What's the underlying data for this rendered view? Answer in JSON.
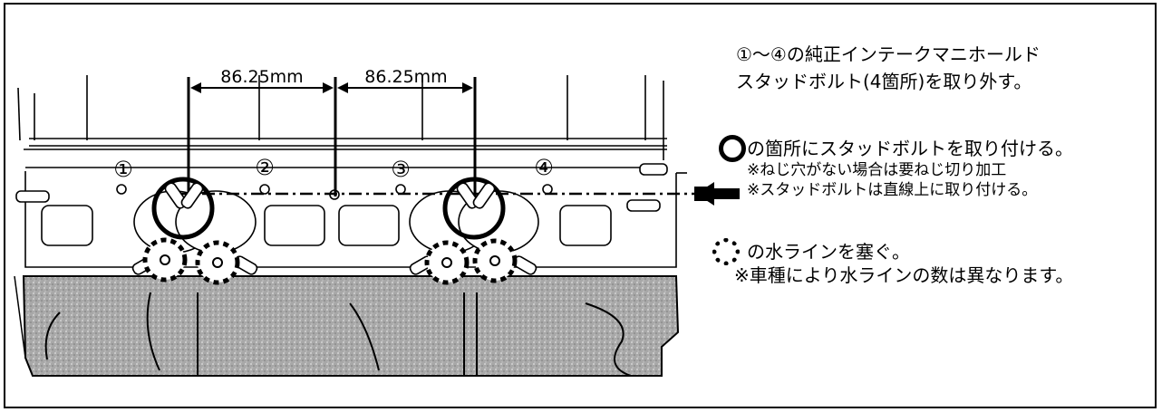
{
  "ports": [
    "①",
    "②",
    "③",
    "④"
  ],
  "dimensions": [
    "86.25mm",
    "86.25mm"
  ],
  "intro_note": {
    "line1": "①〜④の純正インテークマニホールド",
    "line2": "スタッドボルト(4箇所)を取り外す。"
  },
  "stud_note": {
    "line1": "の箇所にスタッドボルトを取り付ける。",
    "line2": "※ねじ穴がない場合は要ねじ切り加工",
    "line3": "※スタッドボルトは直線上に取り付ける。"
  },
  "water_note": {
    "line1": "の水ラインを塞ぐ。",
    "line2": "※車種により水ラインの数は異なります。"
  },
  "colors": {
    "block_fill": "#aaaaaa",
    "ink": "#000000",
    "paper": "#ffffff"
  },
  "icons": [
    "solid-circle-marker",
    "dashed-circle-marker",
    "arrow-left-icon"
  ]
}
